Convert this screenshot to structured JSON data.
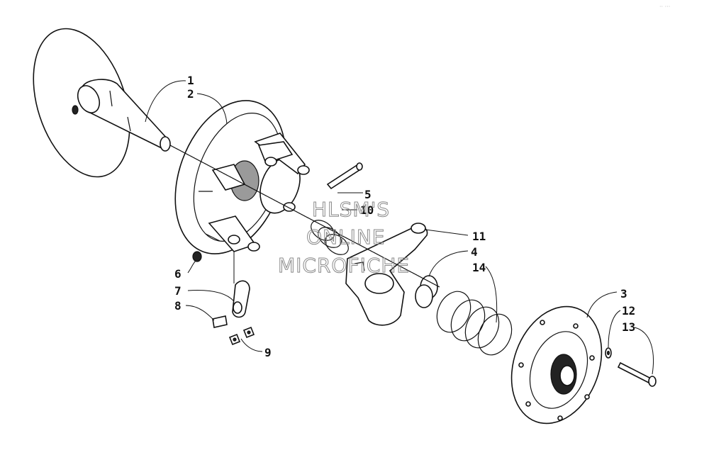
{
  "diagram": {
    "doc_ref": "·· ···",
    "watermark": [
      "HLSM'S",
      "ONLINE",
      "MICROFICHE"
    ],
    "callouts": [
      "1",
      "2",
      "3",
      "4",
      "5",
      "6",
      "7",
      "8",
      "9",
      "10",
      "11",
      "12",
      "13",
      "14"
    ]
  }
}
